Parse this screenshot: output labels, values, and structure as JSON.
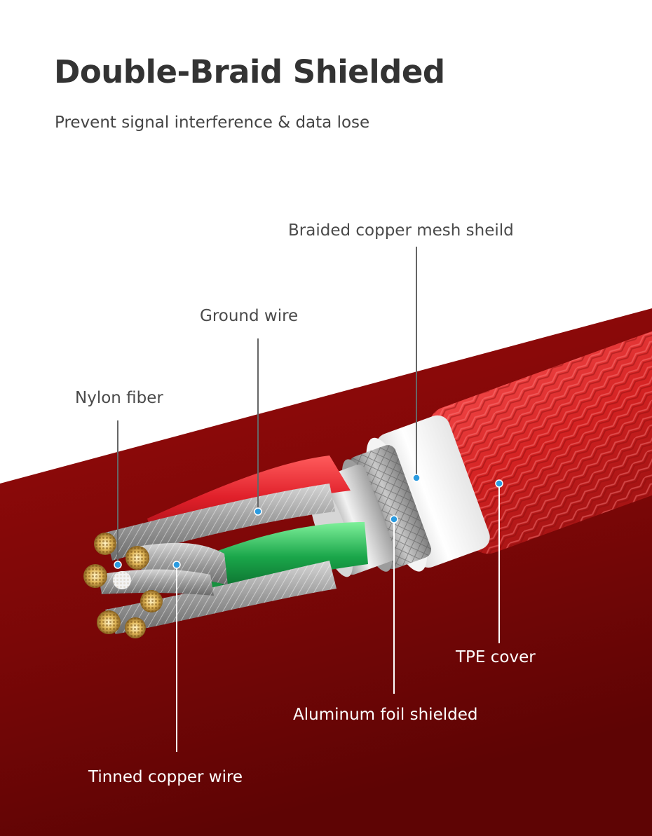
{
  "heading": {
    "title": "Double-Braid Shielded",
    "subtitle": "Prevent signal interference & data lose"
  },
  "callouts": {
    "braided_mesh": "Braided copper mesh sheild",
    "ground_wire": "Ground wire",
    "nylon_fiber": "Nylon fiber",
    "tpe_cover": "TPE cover",
    "aluminum_foil": "Aluminum foil shielded",
    "tinned_copper": "Tinned copper wire"
  },
  "colors": {
    "background_red": "#7a0808",
    "braid_red": "#d92525",
    "marker_blue": "#2b9be0",
    "inner_red": "#e0202a",
    "inner_green": "#1aa64a"
  }
}
